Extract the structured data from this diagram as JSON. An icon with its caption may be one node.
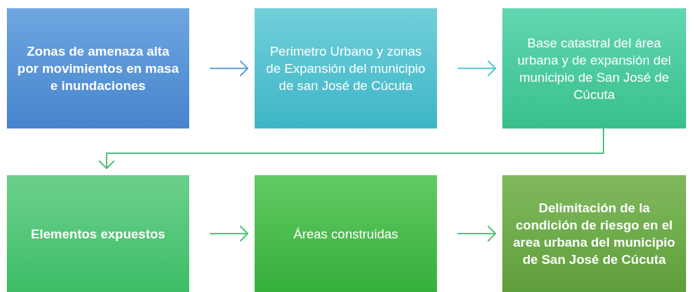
{
  "diagram": {
    "nodes": [
      {
        "text": [
          "Zonas de amenaza alta por movimientos en masa e inundaciones"
        ]
      },
      {
        "text": [
          "Perimetro Urbano y zonas de Expansión del municipio de san José de Cúcuta"
        ]
      },
      {
        "text": [
          "Base catastral del área urbana y de expansión del municipio de San José de Cúcuta"
        ]
      },
      {
        "text": [
          "Elementos expuestos"
        ]
      },
      {
        "text": [
          "Áreas construidas"
        ]
      },
      {
        "text": [
          "Delimitación de la condición de riesgo en el area urbana del municipio de San José de Cúcuta"
        ]
      }
    ],
    "edges": [
      {
        "from": 0,
        "to": 1,
        "arrow": "to",
        "color": "#5b9bd5"
      },
      {
        "from": 1,
        "to": 2,
        "arrow": "to",
        "color": "#4cc7cf"
      },
      {
        "from": 2,
        "to": 3,
        "arrow": "to"
      },
      {
        "from": 3,
        "to": 4,
        "arrow": "to"
      },
      {
        "from": 4,
        "to": 5,
        "arrow": "to"
      }
    ]
  }
}
